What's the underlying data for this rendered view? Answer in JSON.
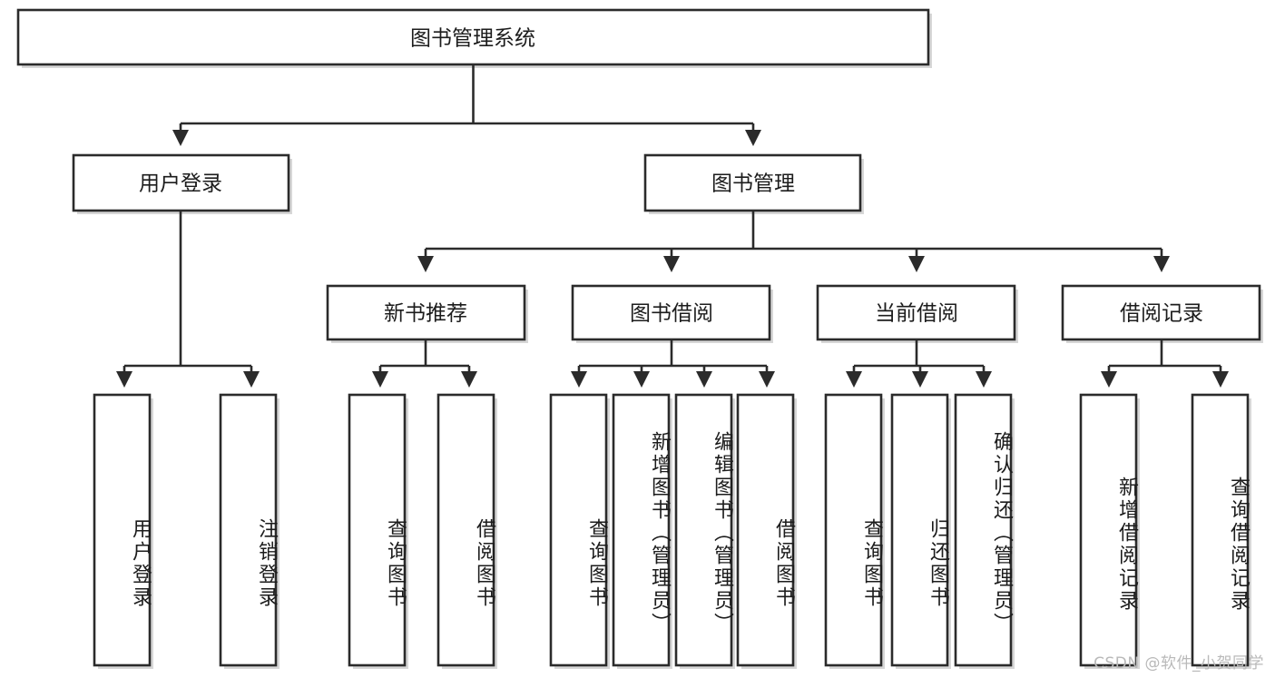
{
  "diagram": {
    "title": "图书管理系统",
    "watermark": "CSDN @软件_小贺同学",
    "colors": {
      "box_stroke": "#2b2b2b",
      "box_fill": "#ffffff",
      "text": "#1c1c1c",
      "shadow": "#b6b6b6",
      "watermark": "#b9b9b9",
      "background": "#ffffff"
    },
    "root": {
      "label": "图书管理系统"
    },
    "level2": [
      {
        "label": "用户登录"
      },
      {
        "label": "图书管理"
      }
    ],
    "level3": [
      {
        "label": "新书推荐"
      },
      {
        "label": "图书借阅"
      },
      {
        "label": "当前借阅"
      },
      {
        "label": "借阅记录"
      }
    ],
    "leaves": {
      "user_login": [
        {
          "label": "用户登录"
        },
        {
          "label": "注销登录"
        }
      ],
      "new_book": [
        {
          "label": "查询图书"
        },
        {
          "label": "借阅图书"
        }
      ],
      "book_borrow": [
        {
          "label": "查询图书"
        },
        {
          "label": "新增图书（管理员）"
        },
        {
          "label": "编辑图书（管理员）"
        },
        {
          "label": "借阅图书"
        }
      ],
      "current_borrow": [
        {
          "label": "查询图书"
        },
        {
          "label": "归还图书"
        },
        {
          "label": "确认归还（管理员）"
        }
      ],
      "borrow_record": [
        {
          "label": "新增借阅记录"
        },
        {
          "label": "查询借阅记录"
        }
      ]
    }
  },
  "chart_data": {
    "type": "table",
    "title": "图书管理系统 功能结构图",
    "tree": {
      "name": "图书管理系统",
      "children": [
        {
          "name": "用户登录",
          "children": [
            {
              "name": "用户登录"
            },
            {
              "name": "注销登录"
            }
          ]
        },
        {
          "name": "图书管理",
          "children": [
            {
              "name": "新书推荐",
              "children": [
                {
                  "name": "查询图书"
                },
                {
                  "name": "借阅图书"
                }
              ]
            },
            {
              "name": "图书借阅",
              "children": [
                {
                  "name": "查询图书"
                },
                {
                  "name": "新增图书（管理员）"
                },
                {
                  "name": "编辑图书（管理员）"
                },
                {
                  "name": "借阅图书"
                }
              ]
            },
            {
              "name": "当前借阅",
              "children": [
                {
                  "name": "查询图书"
                },
                {
                  "name": "归还图书"
                },
                {
                  "name": "确认归还（管理员）"
                }
              ]
            },
            {
              "name": "借阅记录",
              "children": [
                {
                  "name": "新增借阅记录"
                },
                {
                  "name": "查询借阅记录"
                }
              ]
            }
          ]
        }
      ]
    }
  }
}
